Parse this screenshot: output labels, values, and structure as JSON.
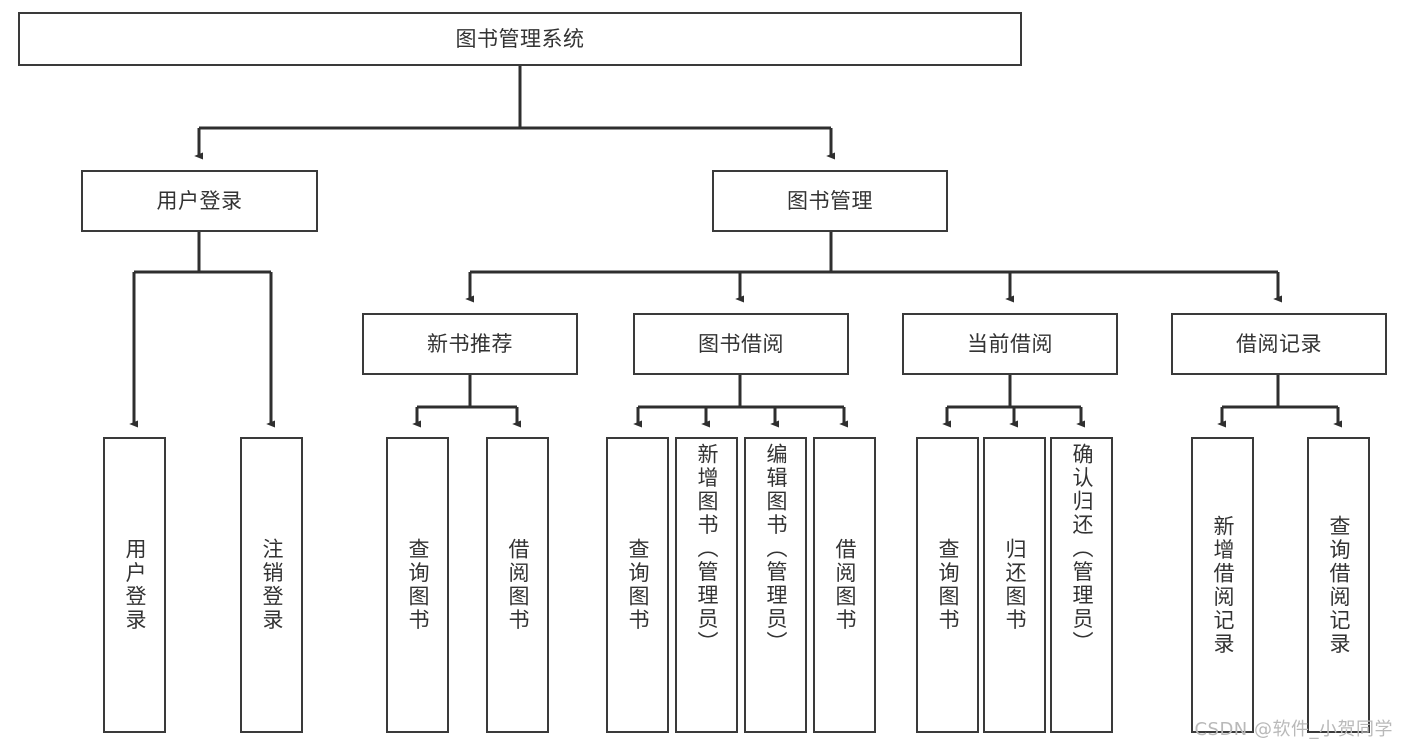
{
  "diagram": {
    "type": "tree-hierarchy",
    "title": "图书管理系统",
    "watermark": "CSDN @软件_小贺同学",
    "colors": {
      "box_border": "#3a3a3a",
      "box_fill": "#ffffff",
      "edge": "#2f2f2f",
      "text": "#333333",
      "watermark": "#b9b9b9",
      "background": "#ffffff"
    },
    "levels": [
      {
        "level": 1,
        "nodes": [
          {
            "id": "root",
            "label": "图书管理系统",
            "orientation": "horizontal"
          }
        ]
      },
      {
        "level": 2,
        "nodes": [
          {
            "id": "user-login",
            "label": "用户登录",
            "orientation": "horizontal",
            "parent": "root"
          },
          {
            "id": "book-manage",
            "label": "图书管理",
            "orientation": "horizontal",
            "parent": "root"
          }
        ]
      },
      {
        "level": 3,
        "nodes": [
          {
            "id": "new-book-rec",
            "label": "新书推荐",
            "orientation": "horizontal",
            "parent": "book-manage"
          },
          {
            "id": "book-borrow",
            "label": "图书借阅",
            "orientation": "horizontal",
            "parent": "book-manage"
          },
          {
            "id": "current-borrow",
            "label": "当前借阅",
            "orientation": "horizontal",
            "parent": "book-manage"
          },
          {
            "id": "borrow-record",
            "label": "借阅记录",
            "orientation": "horizontal",
            "parent": "book-manage"
          }
        ]
      },
      {
        "level": 4,
        "nodes": [
          {
            "id": "leaf-user-login",
            "label": "用户登录",
            "orientation": "vertical",
            "parent": "user-login"
          },
          {
            "id": "leaf-logout",
            "label": "注销登录",
            "orientation": "vertical",
            "parent": "user-login"
          },
          {
            "id": "leaf-query-book-1",
            "label": "查询图书",
            "orientation": "vertical",
            "parent": "new-book-rec"
          },
          {
            "id": "leaf-borrow-book-1",
            "label": "借阅图书",
            "orientation": "vertical",
            "parent": "new-book-rec"
          },
          {
            "id": "leaf-query-book-2",
            "label": "查询图书",
            "orientation": "vertical",
            "parent": "book-borrow"
          },
          {
            "id": "leaf-add-book",
            "label": "新增图书（管理员）",
            "orientation": "vertical",
            "parent": "book-borrow"
          },
          {
            "id": "leaf-edit-book",
            "label": "编辑图书（管理员）",
            "orientation": "vertical",
            "parent": "book-borrow"
          },
          {
            "id": "leaf-borrow-book-2",
            "label": "借阅图书",
            "orientation": "vertical",
            "parent": "book-borrow"
          },
          {
            "id": "leaf-query-book-3",
            "label": "查询图书",
            "orientation": "vertical",
            "parent": "current-borrow"
          },
          {
            "id": "leaf-return-book",
            "label": "归还图书",
            "orientation": "vertical",
            "parent": "current-borrow"
          },
          {
            "id": "leaf-confirm-return",
            "label": "确认归还（管理员）",
            "orientation": "vertical",
            "parent": "current-borrow"
          },
          {
            "id": "leaf-add-record",
            "label": "新增借阅记录",
            "orientation": "vertical",
            "parent": "borrow-record"
          },
          {
            "id": "leaf-query-record",
            "label": "查询借阅记录",
            "orientation": "vertical",
            "parent": "borrow-record"
          }
        ]
      }
    ]
  }
}
